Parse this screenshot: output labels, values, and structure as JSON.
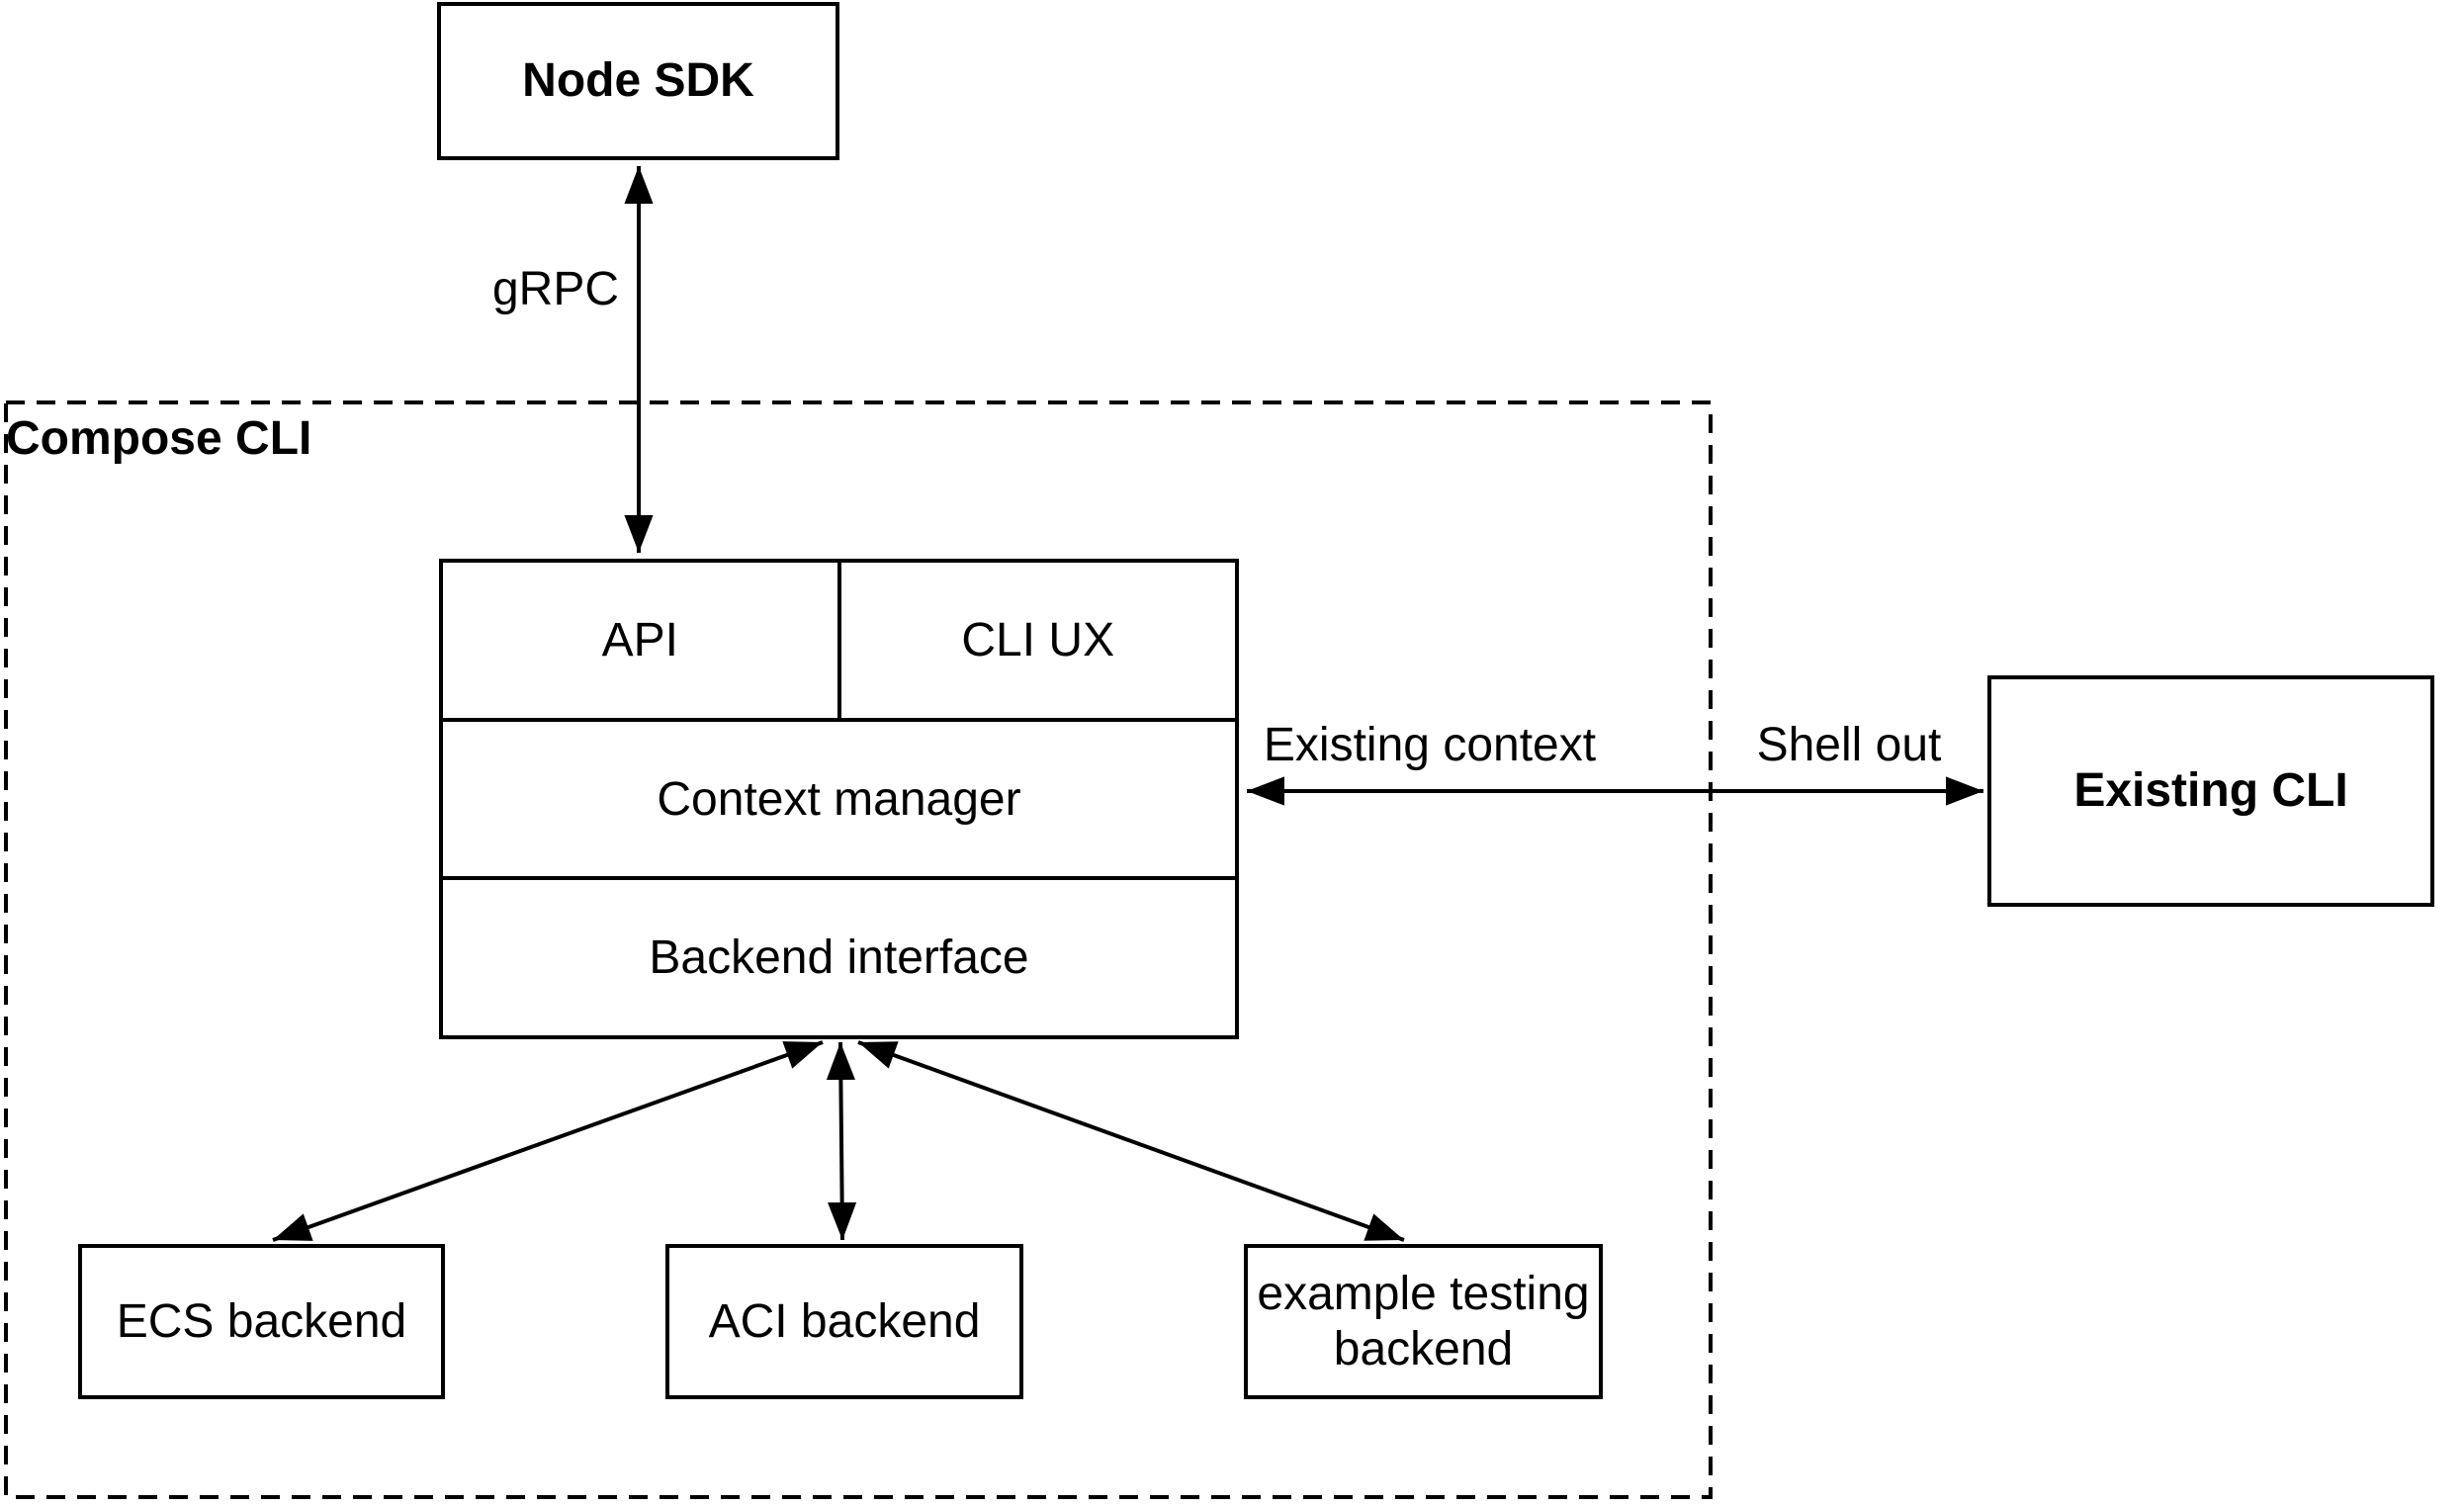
{
  "diagram": {
    "nodes": {
      "node_sdk": "Node SDK",
      "api": "API",
      "cli_ux": "CLI UX",
      "context_manager": "Context manager",
      "backend_interface": "Backend interface",
      "existing_cli": "Existing CLI",
      "ecs_backend": "ECS backend",
      "aci_backend": "ACI backend",
      "example_testing_backend": "example testing backend"
    },
    "groups": {
      "compose_cli": "Compose CLI"
    },
    "edge_labels": {
      "grpc": "gRPC",
      "existing_context": "Existing context",
      "shell_out": "Shell out"
    },
    "colors": {
      "stroke": "#000000",
      "background": "#ffffff"
    }
  }
}
